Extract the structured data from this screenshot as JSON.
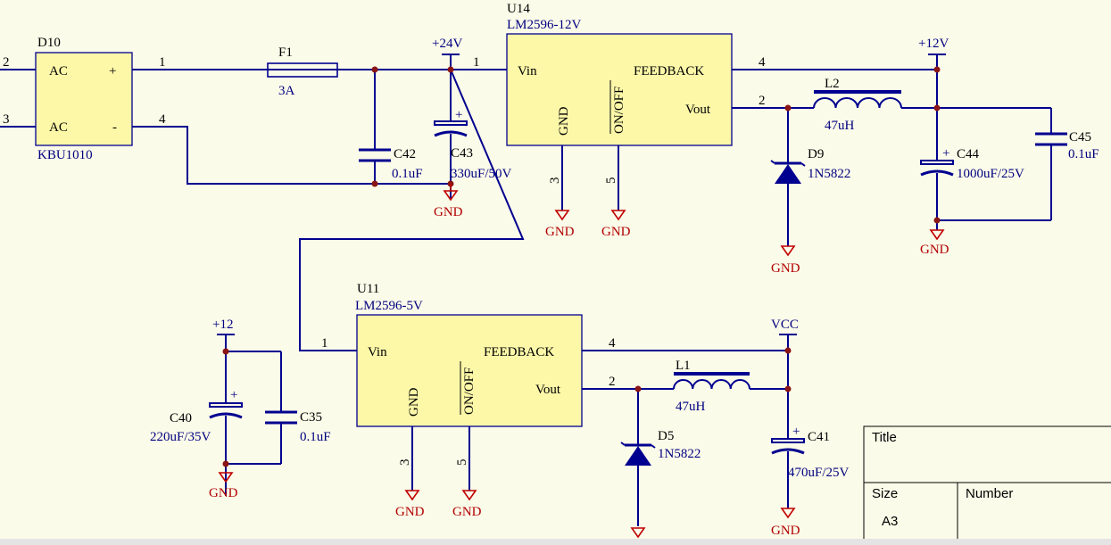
{
  "rails": {
    "p24": "+24V",
    "p12": "+12V",
    "p12b": "+12",
    "vcc": "VCC"
  },
  "gnd_label": "GND",
  "bridge": {
    "ref": "D10",
    "part": "KBU1010",
    "ac1": "AC",
    "ac2": "AC",
    "plus": "+",
    "minus": "-",
    "pin_ac1": "2",
    "pin_ac2": "3",
    "pin_plus": "1",
    "pin_minus": "4"
  },
  "fuse": {
    "ref": "F1",
    "value": "3A"
  },
  "u14": {
    "ref": "U14",
    "part": "LM2596-12V",
    "vin": "Vin",
    "feedback": "FEEDBACK",
    "vout": "Vout",
    "gnd": "GND",
    "onoff": "ON/OFF",
    "pin1": "1",
    "pin2": "2",
    "pin3": "3",
    "pin4": "4",
    "pin5": "5"
  },
  "u11": {
    "ref": "U11",
    "part": "LM2596-5V",
    "vin": "Vin",
    "feedback": "FEEDBACK",
    "vout": "Vout",
    "gnd": "GND",
    "onoff": "ON/OFF",
    "pin1": "1",
    "pin2": "2",
    "pin3": "3",
    "pin4": "4",
    "pin5": "5"
  },
  "c42": {
    "ref": "C42",
    "value": "0.1uF"
  },
  "c43": {
    "ref": "C43",
    "value": "330uF/50V",
    "plus": "+"
  },
  "l2": {
    "ref": "L2",
    "value": "47uH"
  },
  "d9": {
    "ref": "D9",
    "value": "1N5822"
  },
  "c44": {
    "ref": "C44",
    "value": "1000uF/25V",
    "plus": "+"
  },
  "c45": {
    "ref": "C45",
    "value": "0.1uF"
  },
  "c40": {
    "ref": "C40",
    "value": "220uF/35V",
    "plus": "+"
  },
  "c35": {
    "ref": "C35",
    "value": "0.1uF"
  },
  "l1": {
    "ref": "L1",
    "value": "47uH"
  },
  "d5": {
    "ref": "D5",
    "value": "1N5822"
  },
  "c41": {
    "ref": "C41",
    "value": "470uF/25V",
    "plus": "+"
  },
  "title_block": {
    "title_label": "Title",
    "size_label": "Size",
    "number_label": "Number",
    "size_value": "A3"
  }
}
